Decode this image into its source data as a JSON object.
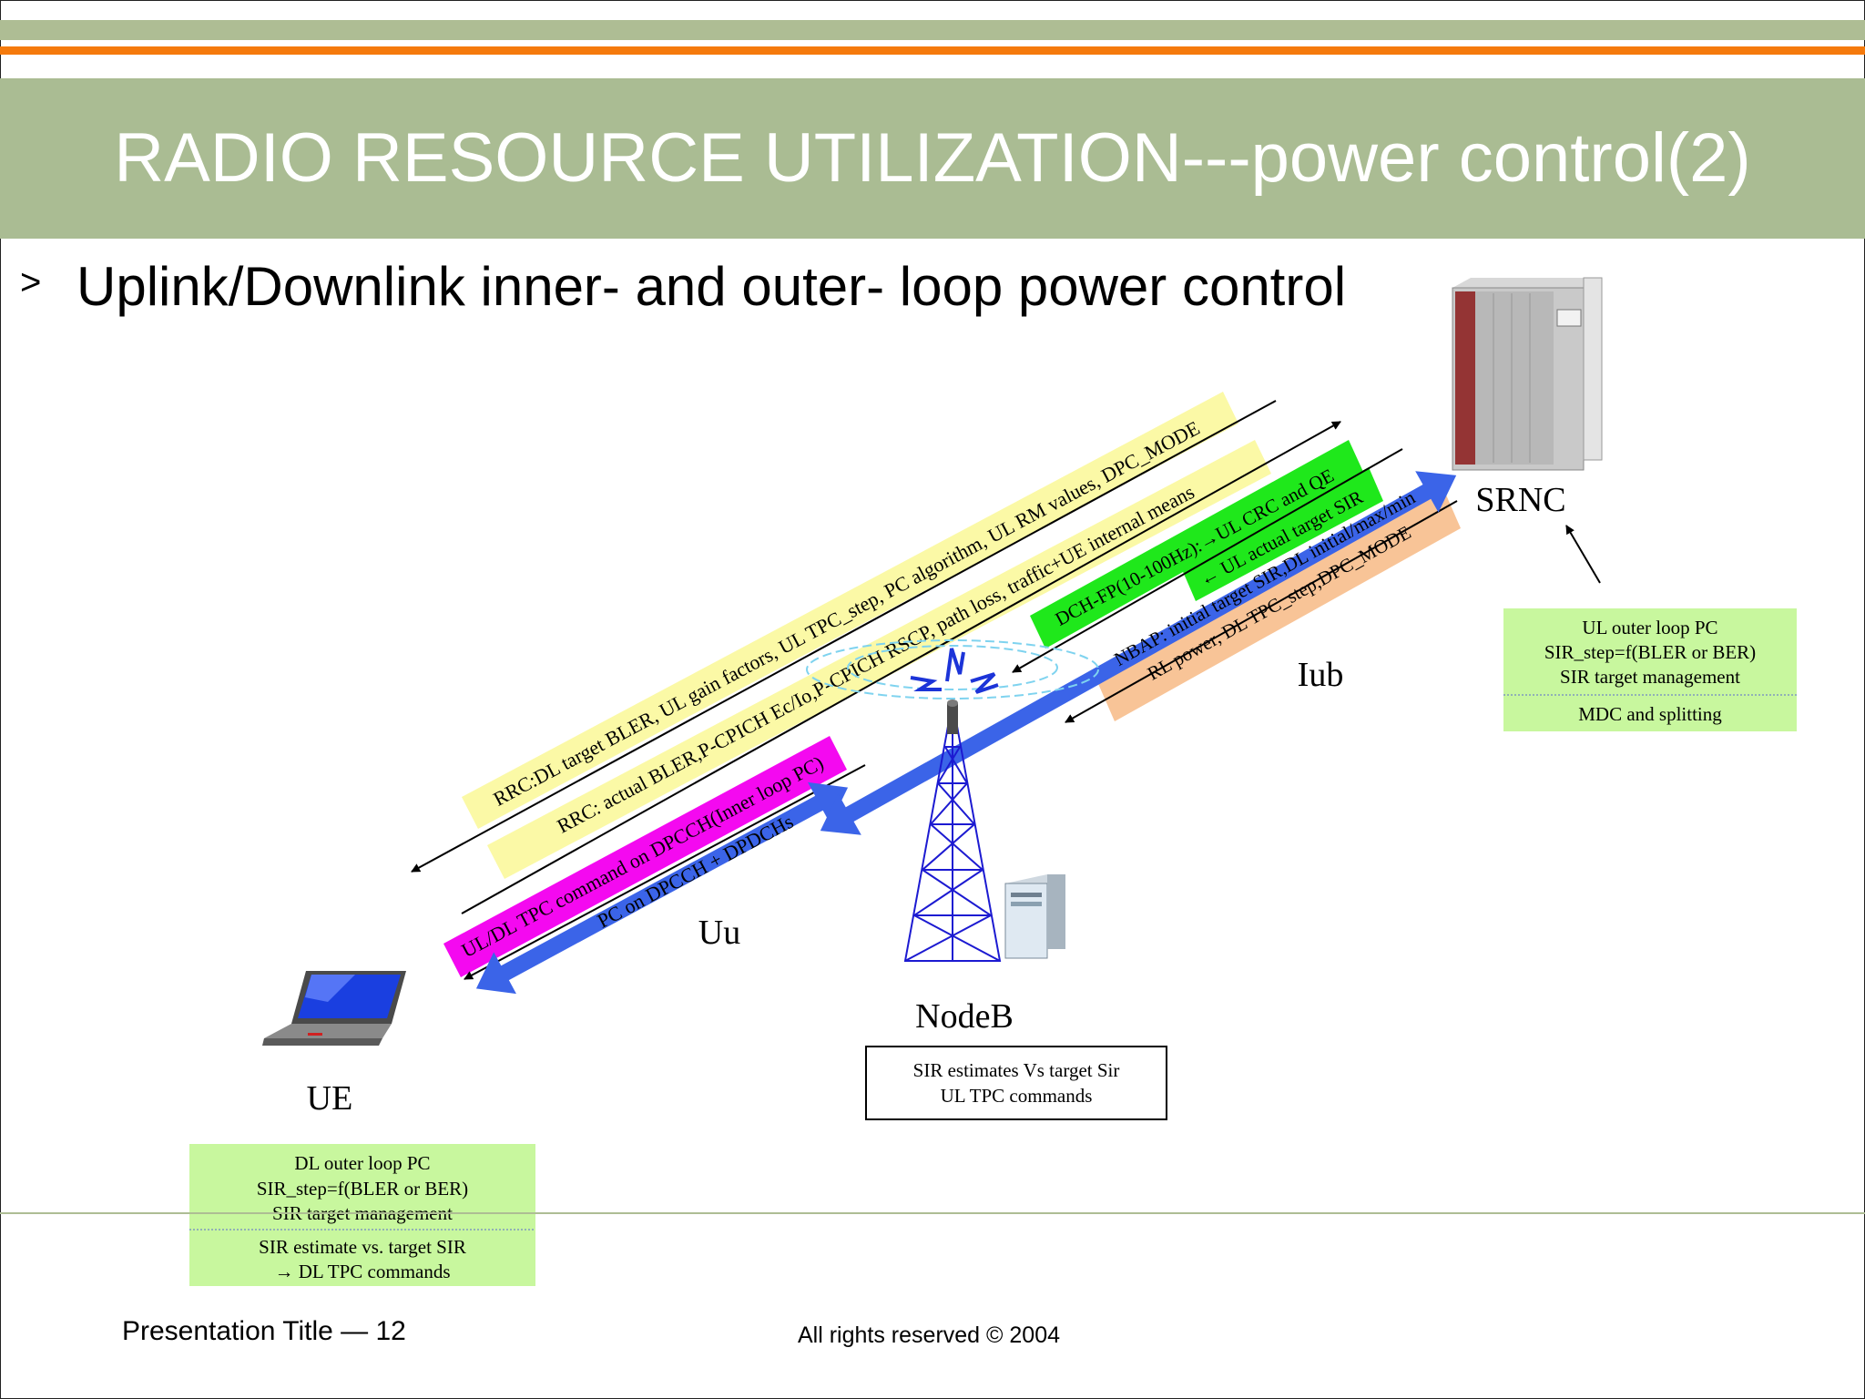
{
  "slide": {
    "title": "RADIO RESOURCE UTILIZATION---power control(2)",
    "bullet_marker": ">",
    "subtitle": "Uplink/Downlink inner- and outer- loop power control",
    "footer_left": "Presentation Title — 12",
    "footer_center": "All rights reserved © 2004"
  },
  "diagram": {
    "ue_label": "UE",
    "nodeb_label": "NodeB",
    "srnc_label": "SRNC",
    "uu_label": "Uu",
    "iub_label": "Iub",
    "msg_rrc_dl": "RRC:DL target BLER, UL gain factors, UL TPC_step, PC algorithm, UL RM values, DPC_MODE",
    "msg_rrc_actual": "RRC: actual BLER,P-CPICH Ec/Io,P-CPICH RSCP, path loss, traffic+UE internal means",
    "msg_tpc": "UL/DL TPC command on DPCCH(Inner loop PC)",
    "msg_pc_dpcch": "PC on DPCCH + DPDCHs",
    "msg_dchfp": "DCH-FP(10-100Hz):→UL CRC and QE",
    "msg_ul_sir": "← UL actual target SIR",
    "msg_nbap1": "NBAP: initial target SIR,DL initial/max/min",
    "msg_nbap2": "RL power, DL TPC_step,DPC_MODE",
    "ue_box": {
      "line1": "DL outer loop PC",
      "line2": "SIR_step=f(BLER or BER)",
      "line3": "SIR target management",
      "line4": "SIR estimate vs. target SIR",
      "line5": "→ DL TPC commands"
    },
    "nodeb_box": {
      "line1": "SIR estimates Vs target Sir",
      "line2": "UL TPC commands"
    },
    "srnc_box": {
      "line1": "UL outer loop PC",
      "line2": "SIR_step=f(BLER or BER)",
      "line3": "SIR target management",
      "line4": "MDC and splitting"
    }
  },
  "colors": {
    "band_green": "#aabc93",
    "band_orange": "#f57a0c",
    "yellow_label": "#fbf9a6",
    "magenta_label": "#f409f0",
    "green_label": "#1fe81b",
    "peach_label": "#f8c497",
    "info_box_green": "#c8f79e",
    "thick_arrow_blue": "#3b64e8"
  }
}
